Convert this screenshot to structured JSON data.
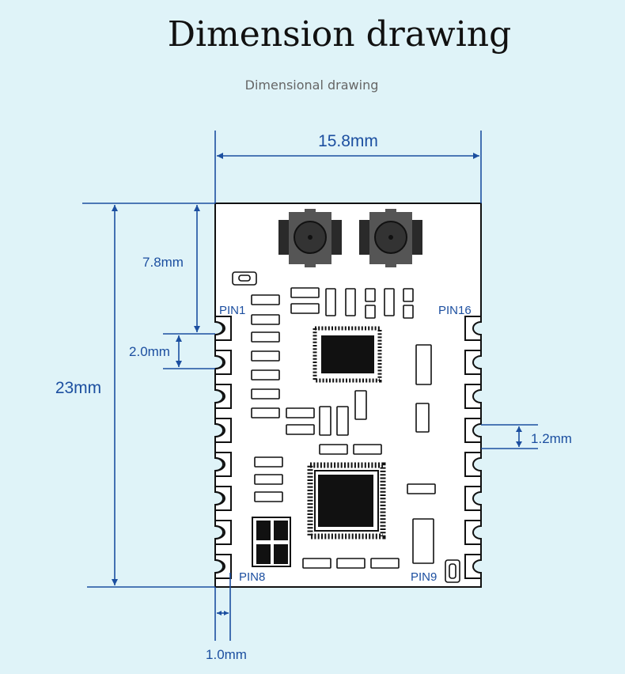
{
  "header": {
    "title": "Dimension drawing",
    "subtitle": "Dimensional drawing"
  },
  "dimensions": {
    "width": "15.8mm",
    "height": "23mm",
    "antenna_offset": "7.8mm",
    "pin_pitch": "2.0mm",
    "pad_width": "1.2mm",
    "edge_offset": "1.0mm"
  },
  "pins": {
    "pin1": "PIN1",
    "pin8": "PIN8",
    "pin9": "PIN9",
    "pin16": "PIN16"
  },
  "colors": {
    "background": "#dff3f8",
    "dimension": "#1c4fa0",
    "outline": "#111111"
  }
}
